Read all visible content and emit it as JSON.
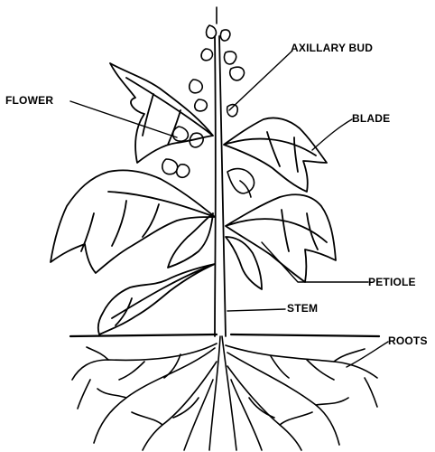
{
  "labels": {
    "axillary_bud": "AXILLARY BUD",
    "flower": "FLOWER",
    "blade": "BLADE",
    "petiole": "PETIOLE",
    "stem": "STEM",
    "roots": "ROOTS"
  },
  "colors": {
    "ink": "#000000",
    "background": "#ffffff"
  }
}
